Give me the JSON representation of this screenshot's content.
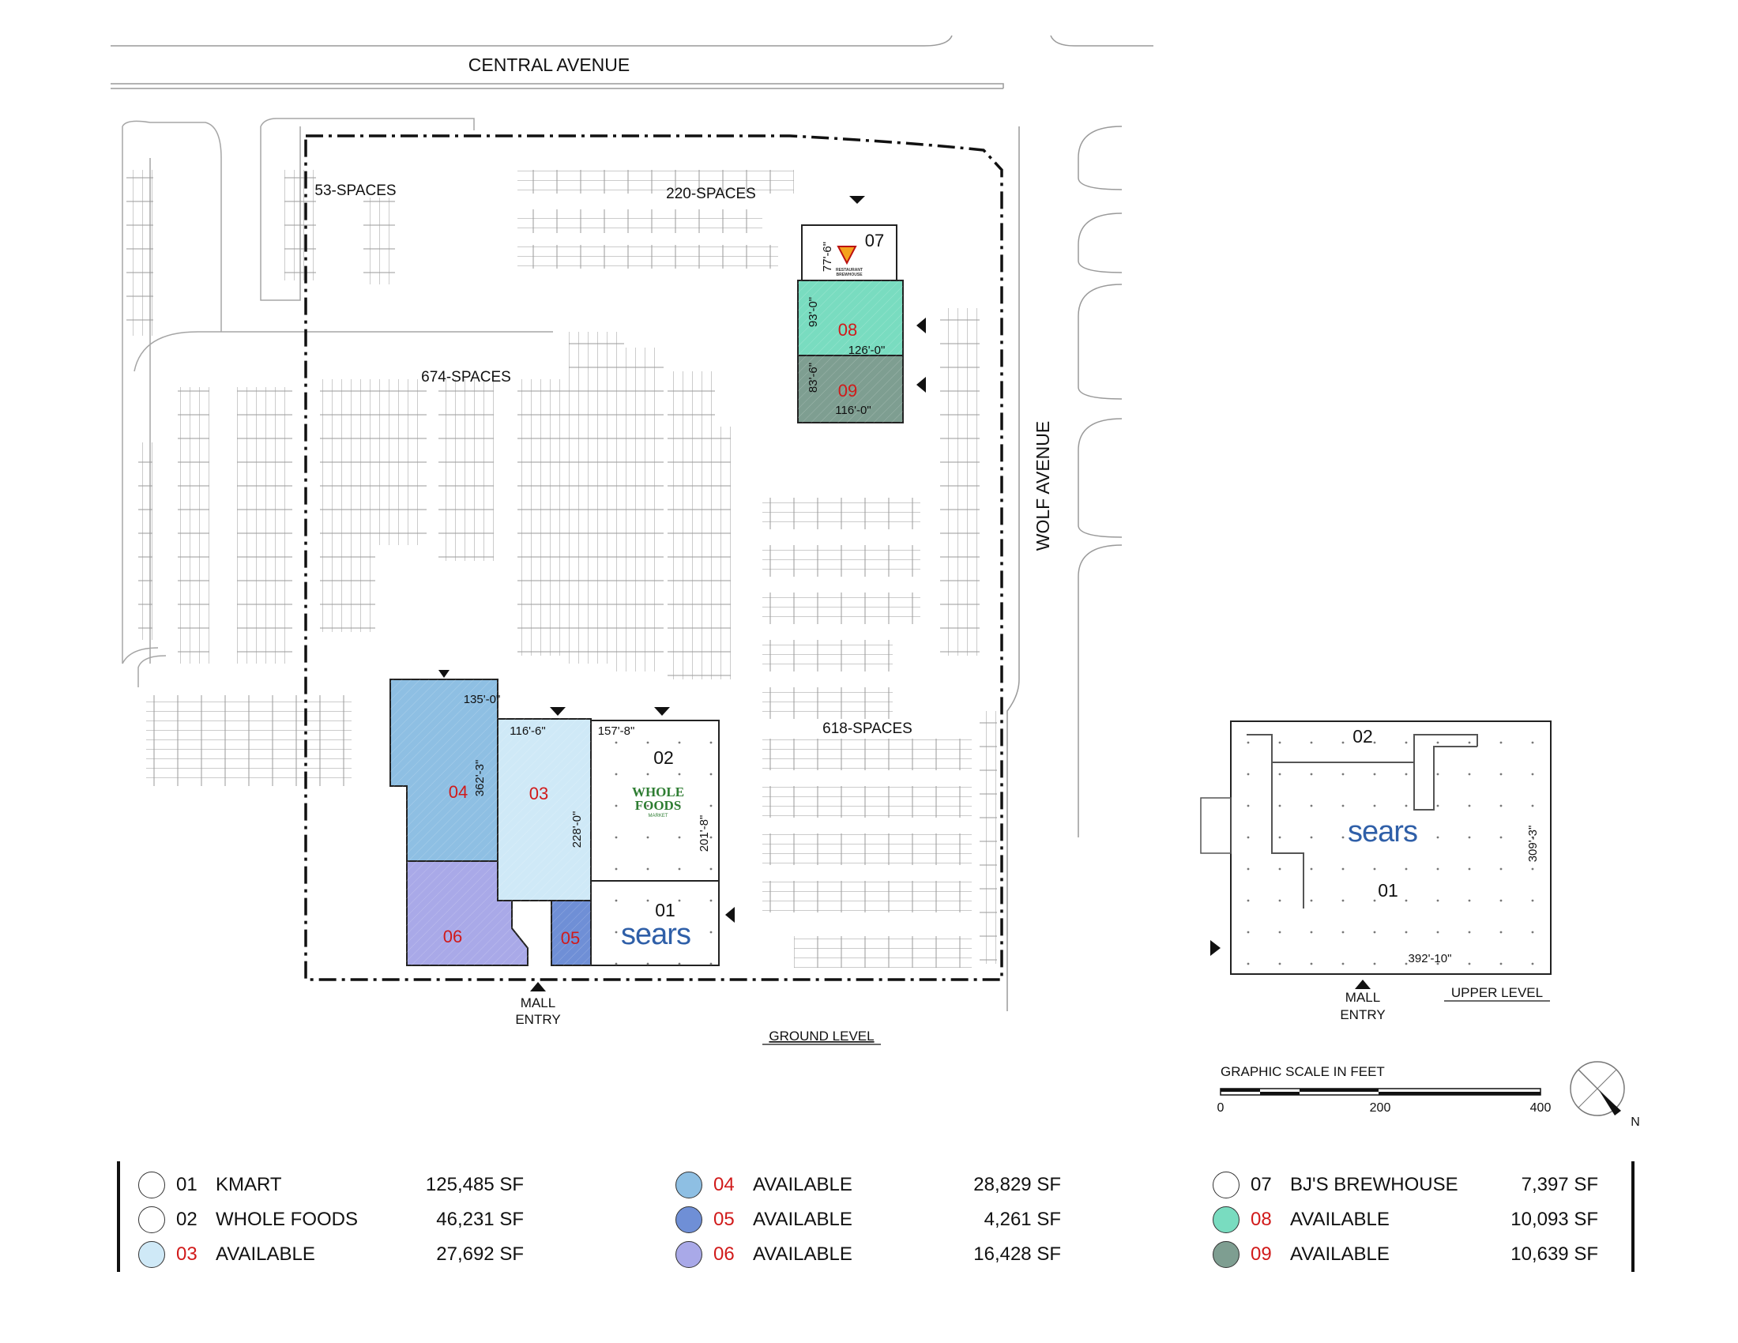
{
  "streets": {
    "north": "CENTRAL AVENUE",
    "east": "WOLF AVENUE"
  },
  "parking": {
    "lot_a": "53-SPACES",
    "lot_b": "220-SPACES",
    "lot_c": "674-SPACES",
    "lot_d": "618-SPACES"
  },
  "ground": {
    "caption": "GROUND LEVEL",
    "entry_line1": "MALL",
    "entry_line2": "ENTRY",
    "units": {
      "u01": "01",
      "u02": "02",
      "u03": "03",
      "u04": "04",
      "u05": "05",
      "u06": "06",
      "u07": "07",
      "u08": "08",
      "u09": "09"
    },
    "dimensions": {
      "d04_width": "135'-0\"",
      "d04_depth": "362'-3\"",
      "d03_width": "116'-6\"",
      "d03_depth": "228'-0\"",
      "d02_width": "157'-8\"",
      "d02_depth": "201'-8\"",
      "d07_depth": "77'-6\"",
      "d08_depth": "93'-0\"",
      "d08_width": "126'-0\"",
      "d09_depth": "83'-6\"",
      "d09_width": "116'-0\""
    },
    "logos": {
      "sears": "sears",
      "whole_foods_1": "WHOLE",
      "whole_foods_2": "FOODS",
      "whole_foods_3": "MARKET",
      "bjs_1": "RESTAURANT",
      "bjs_2": "BREWHOUSE"
    }
  },
  "upper": {
    "caption": "UPPER LEVEL",
    "entry_line1": "MALL",
    "entry_line2": "ENTRY",
    "unit_02": "02",
    "unit_01": "01",
    "logo": "sears",
    "dim_width": "392'-10\"",
    "dim_depth": "309'-3\""
  },
  "scale": {
    "title": "GRAPHIC SCALE IN FEET",
    "t0": "0",
    "t1": "200",
    "t2": "400",
    "north": "N"
  },
  "legend": [
    {
      "num": "01",
      "name": "KMART",
      "size": "125,485 SF",
      "color": "#ffffff",
      "num_color": "#111111"
    },
    {
      "num": "02",
      "name": "WHOLE FOODS",
      "size": "46,231 SF",
      "color": "#ffffff",
      "num_color": "#111111"
    },
    {
      "num": "03",
      "name": "AVAILABLE",
      "size": "27,692 SF",
      "color": "#cfe9f7",
      "num_color": "#d11a1a"
    },
    {
      "num": "04",
      "name": "AVAILABLE",
      "size": "28,829 SF",
      "color": "#8ebfe3",
      "num_color": "#d11a1a"
    },
    {
      "num": "05",
      "name": "AVAILABLE",
      "size": "4,261 SF",
      "color": "#6f8fd6",
      "num_color": "#d11a1a"
    },
    {
      "num": "06",
      "name": "AVAILABLE",
      "size": "16,428 SF",
      "color": "#a9a9e8",
      "num_color": "#d11a1a"
    },
    {
      "num": "07",
      "name": "BJ'S BREWHOUSE",
      "size": "7,397 SF",
      "color": "#ffffff",
      "num_color": "#111111"
    },
    {
      "num": "08",
      "name": "AVAILABLE",
      "size": "10,093 SF",
      "color": "#79dcc0",
      "num_color": "#d11a1a"
    },
    {
      "num": "09",
      "name": "AVAILABLE",
      "size": "10,639 SF",
      "color": "#7e9e91",
      "num_color": "#d11a1a"
    }
  ]
}
